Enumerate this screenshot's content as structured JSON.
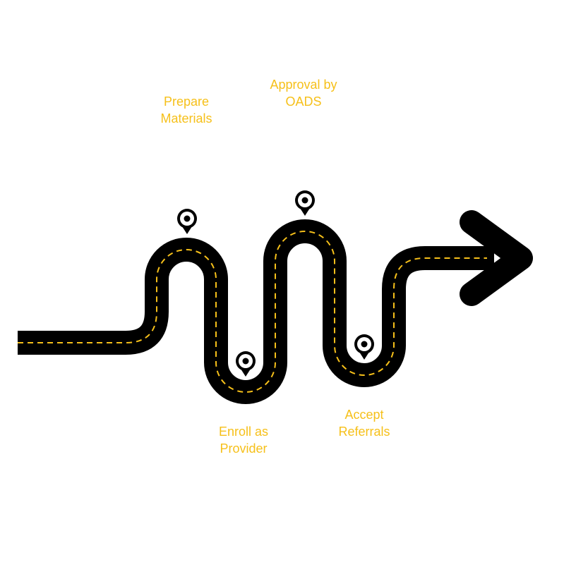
{
  "colors": {
    "road": "#000000",
    "road_marking": "#F6C01A",
    "label_text": "#F6C01A",
    "pin": "#000000",
    "pin_inner": "#ffffff"
  },
  "milestones": [
    {
      "icon": "map-pin-icon",
      "label_line1": "Prepare",
      "label_line2": "Materials"
    },
    {
      "icon": "map-pin-icon",
      "label_line1": "Approval by",
      "label_line2": "OADS"
    },
    {
      "icon": "map-pin-icon",
      "label_line1": "Enroll as",
      "label_line2": "Provider"
    },
    {
      "icon": "map-pin-icon",
      "label_line1": "Accept",
      "label_line2": "Referrals"
    }
  ]
}
